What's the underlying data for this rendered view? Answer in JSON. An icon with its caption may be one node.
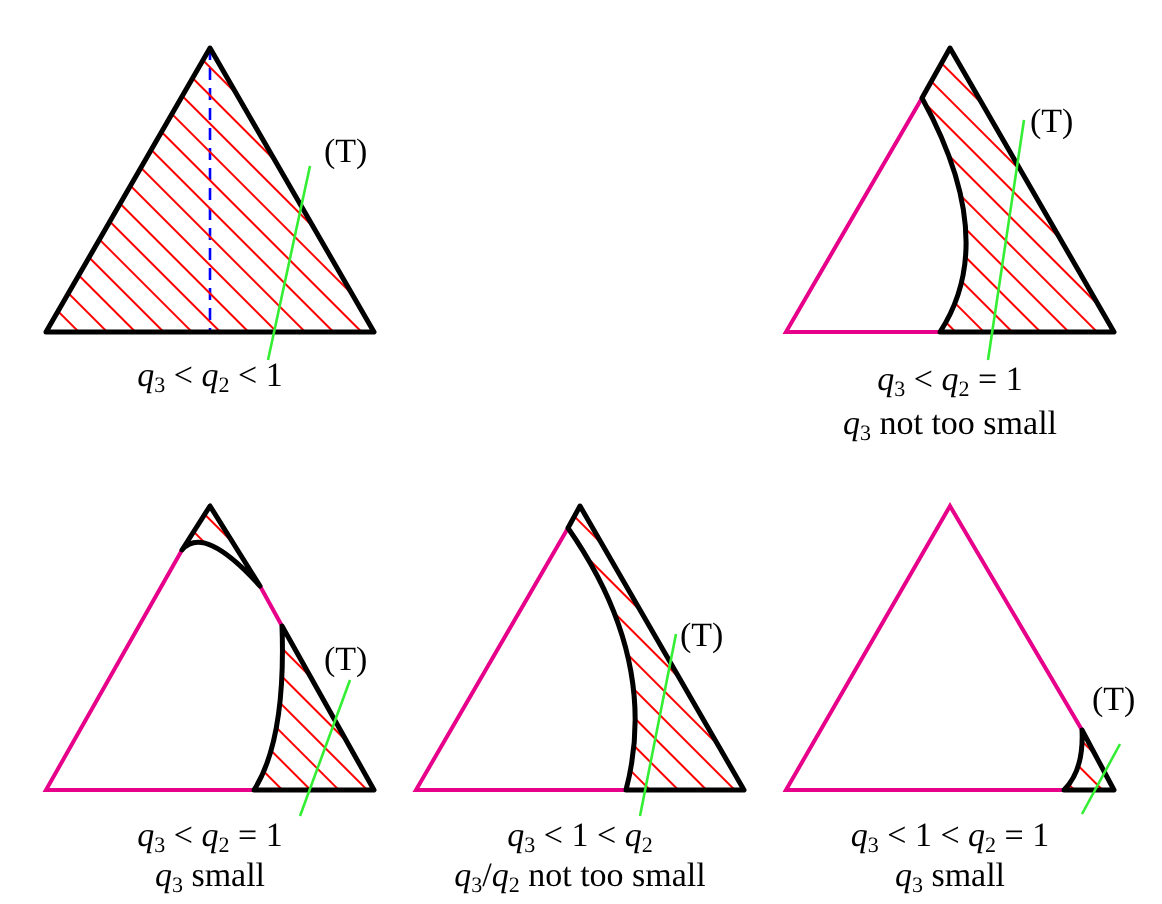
{
  "diagram": {
    "nodes": [
      {
        "text": [
          "(T)"
        ]
      },
      {
        "text": [],
        "shape": "region",
        "beside": [
          "*q*$_{3}$ < *q*$_{2}$ < 1"
        ]
      },
      {
        "text": [
          "(T)"
        ]
      },
      {
        "text": [],
        "shape": "region",
        "beside": [
          "*q*$_{3}$ < *q*$_{2}$ = 1"
        ]
      },
      {
        "text": [
          "(T)"
        ]
      },
      {
        "text": [],
        "shape": "region",
        "beside": [
          "*q*$_{3}$ < *q*$_{2}$ = 1"
        ]
      },
      {
        "text": [
          "(T)"
        ]
      },
      {
        "text": [],
        "shape": "region",
        "beside": [
          "*q*$_{3}$ < 1 < *q*$_{2}$"
        ]
      },
      {
        "text": [
          "(T)"
        ]
      },
      {
        "text": [],
        "shape": "region",
        "beside": [
          "*q*$_{3}$ < 1 < *q*$_{2}$ = 1"
        ]
      }
    ],
    "edges": [
      {
        "from": 0,
        "to": 1,
        "arrow": "none"
      },
      {
        "from": 2,
        "to": 3,
        "arrow": "none"
      },
      {
        "from": 4,
        "to": 5,
        "arrow": "none"
      },
      {
        "from": 6,
        "to": 7,
        "arrow": "none"
      },
      {
        "from": 8,
        "to": 9,
        "arrow": "none"
      }
    ],
    "labels": [
      "*q*$_{3}$ not too small",
      "*q*$_{3}$ small",
      "*q*$_{3}$/*q*$_{2}$ not too small",
      "*q*$_{3}$ small"
    ]
  }
}
